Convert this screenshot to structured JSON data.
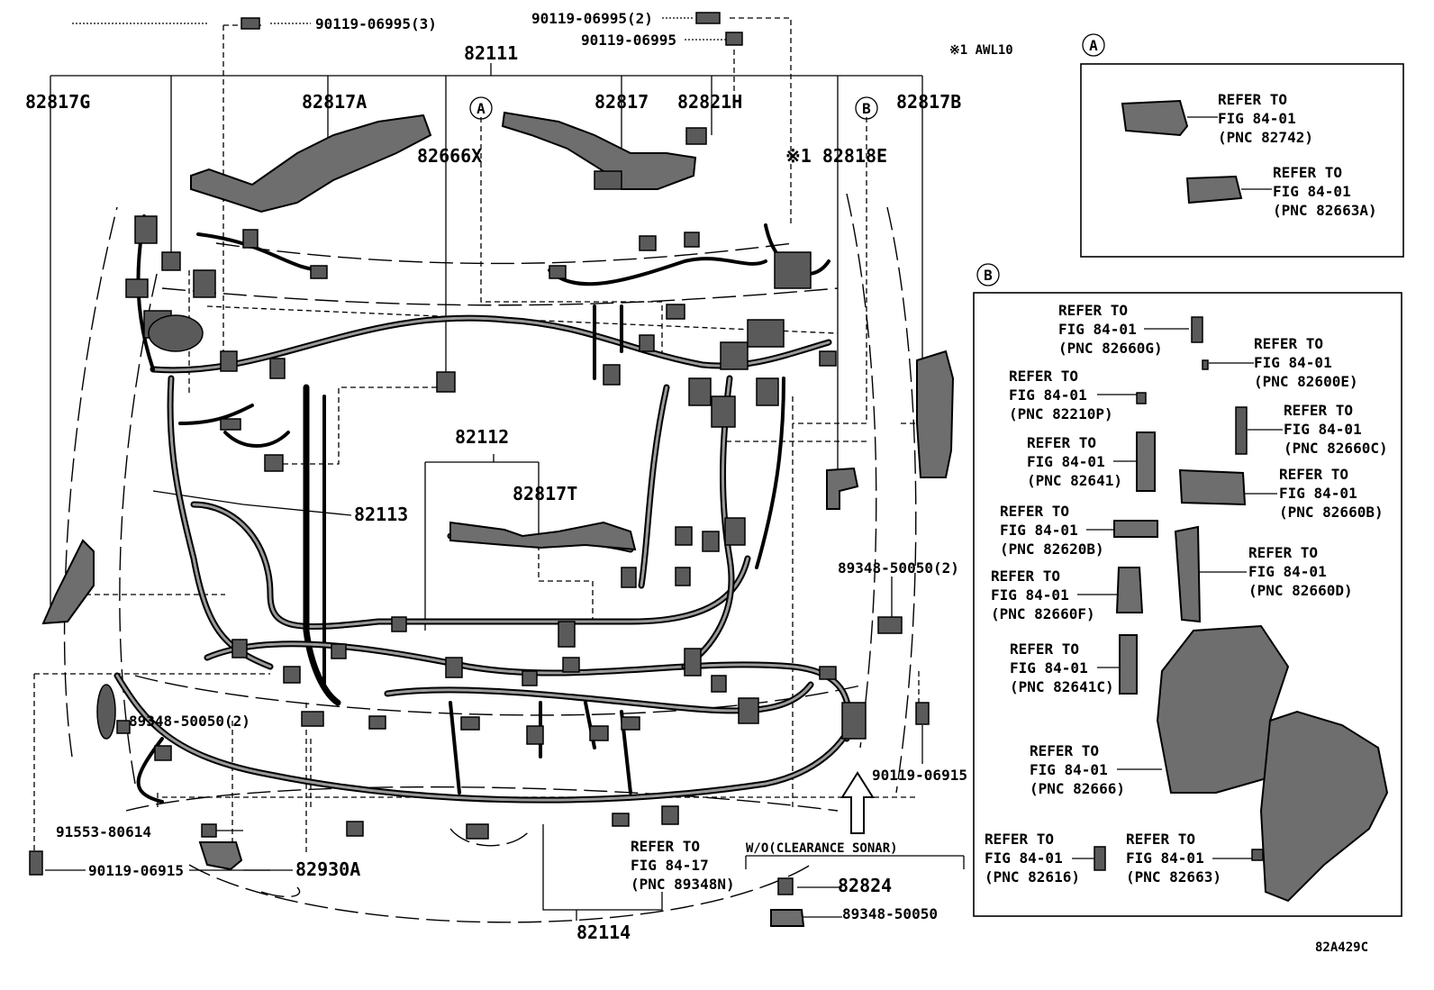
{
  "labels": {
    "top_fastener_1": "90119-06995(3)",
    "top_fastener_2": "90119-06995(2)",
    "top_fastener_3": "90119-06995",
    "main_harness": "82111",
    "note_code": "※1 AWL10",
    "p82817G": "82817G",
    "p82817A": "82817A",
    "p82666X": "82666X",
    "p82817": "82817",
    "p82821H": "82821H",
    "p82818E": "※1 82818E",
    "p82817B": "82817B",
    "p82112": "82112",
    "p82817T": "82817T",
    "p82113": "82113",
    "clip_right": "89348-50050(2)",
    "clip_left": "89348-50050(2)",
    "bolt_right": "90119-06915",
    "bolt_left_1": "91553-80614",
    "bolt_left_2": "90119-06915",
    "p82930A": "82930A",
    "p82114": "82114",
    "ref_89348N_1": "REFER TO",
    "ref_89348N_2": "FIG 84-17",
    "ref_89348N_3": "(PNC 89348N)",
    "wo_sonar": "W/O(CLEARANCE SONAR)",
    "p82824": "82824",
    "clip_89348": "89348-50050",
    "drawing_code": "82A429C"
  },
  "markers": {
    "a": "A",
    "b": "B"
  },
  "inset_a": {
    "refs": [
      {
        "l1": "REFER TO",
        "l2": "FIG 84-01",
        "l3": "(PNC 82742)"
      },
      {
        "l1": "REFER TO",
        "l2": "FIG 84-01",
        "l3": "(PNC 82663A)"
      }
    ]
  },
  "inset_b": {
    "refs": [
      {
        "l1": "REFER TO",
        "l2": "FIG 84-01",
        "l3": "(PNC 82660G)"
      },
      {
        "l1": "REFER TO",
        "l2": "FIG 84-01",
        "l3": "(PNC 82600E)"
      },
      {
        "l1": "REFER TO",
        "l2": "FIG 84-01",
        "l3": "(PNC 82210P)"
      },
      {
        "l1": "REFER TO",
        "l2": "FIG 84-01",
        "l3": "(PNC 82660C)"
      },
      {
        "l1": "REFER TO",
        "l2": "FIG 84-01",
        "l3": "(PNC 82641)"
      },
      {
        "l1": "REFER TO",
        "l2": "FIG 84-01",
        "l3": "(PNC 82660B)"
      },
      {
        "l1": "REFER TO",
        "l2": "FIG 84-01",
        "l3": "(PNC 82620B)"
      },
      {
        "l1": "REFER TO",
        "l2": "FIG 84-01",
        "l3": "(PNC 82660D)"
      },
      {
        "l1": "REFER TO",
        "l2": "FIG 84-01",
        "l3": "(PNC 82660F)"
      },
      {
        "l1": "REFER TO",
        "l2": "FIG 84-01",
        "l3": "(PNC 82641C)"
      },
      {
        "l1": "REFER TO",
        "l2": "FIG 84-01",
        "l3": "(PNC 82666)"
      },
      {
        "l1": "REFER TO",
        "l2": "FIG 84-01",
        "l3": "(PNC 82616)"
      },
      {
        "l1": "REFER TO",
        "l2": "FIG 84-01",
        "l3": "(PNC 82663)"
      }
    ]
  }
}
